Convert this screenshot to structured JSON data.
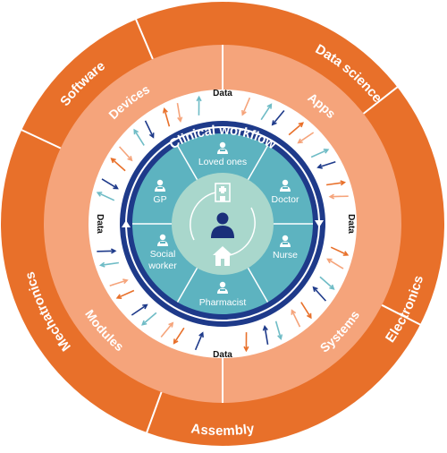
{
  "colors": {
    "outer_ring": "#e8702a",
    "middle_ring": "#f5a47b",
    "white_ring": "#ffffff",
    "navy": "#1e3a8a",
    "navy_dark": "#1a2f7a",
    "teal": "#5db3c0",
    "center": "#a9d7cc",
    "arrow_orange": "#e8702a",
    "arrow_peach": "#f5a47b",
    "arrow_teal": "#6fbcc6",
    "arrow_navy": "#1e3a8a"
  },
  "outer_ring": {
    "sectors": [
      "Software",
      "Data science",
      "Electronics",
      "Assembly",
      "Mechatronics"
    ]
  },
  "middle_ring": {
    "sectors": [
      "Devices",
      "Apps",
      "Systems",
      "Modules"
    ]
  },
  "data_labels": {
    "top": "Data",
    "bottom": "Data",
    "left": "Data",
    "right": "Data"
  },
  "clinical_workflow": {
    "title": "Clinical workflow"
  },
  "roles": [
    "Loved ones",
    "Doctor",
    "Nurse",
    "Pharmacist",
    "Social worker",
    "GP"
  ],
  "center_icons": [
    "hospital-icon",
    "patient-icon",
    "home-icon"
  ]
}
